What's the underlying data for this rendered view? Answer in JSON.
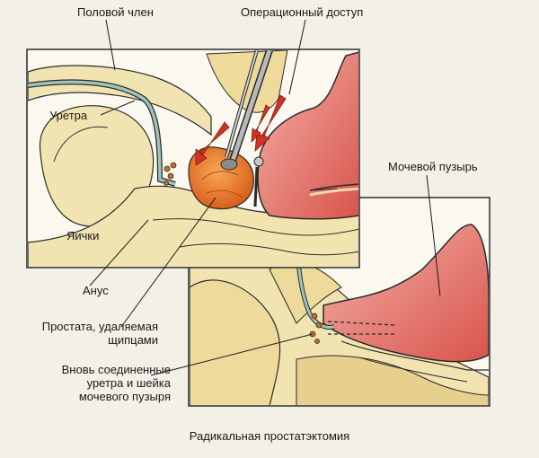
{
  "diagram": {
    "labels": {
      "penis": "Половой член",
      "surgical_access": "Операционный доступ",
      "urethra": "Уретра",
      "testicles": "Яички",
      "bladder": "Мочевой пузырь",
      "anus": "Анус",
      "prostate_line1": "Простата, удаляемая",
      "prostate_line2": "щипцами",
      "reconnected_line1": "Вновь соединенные",
      "reconnected_line2": "уретра и шейка",
      "reconnected_line3": "мочевого пузыря"
    },
    "caption": "Радикальная простатэктомия"
  },
  "colors": {
    "background": "#f3f0e8",
    "tissue": "#f2e4b0",
    "tissue_dark": "#e7d08e",
    "bladder": "#e98a86",
    "bladder_dark": "#c8453f",
    "prostate": "#ee7d2c",
    "arrow": "#cf3324",
    "outline": "#2b2b2b"
  }
}
